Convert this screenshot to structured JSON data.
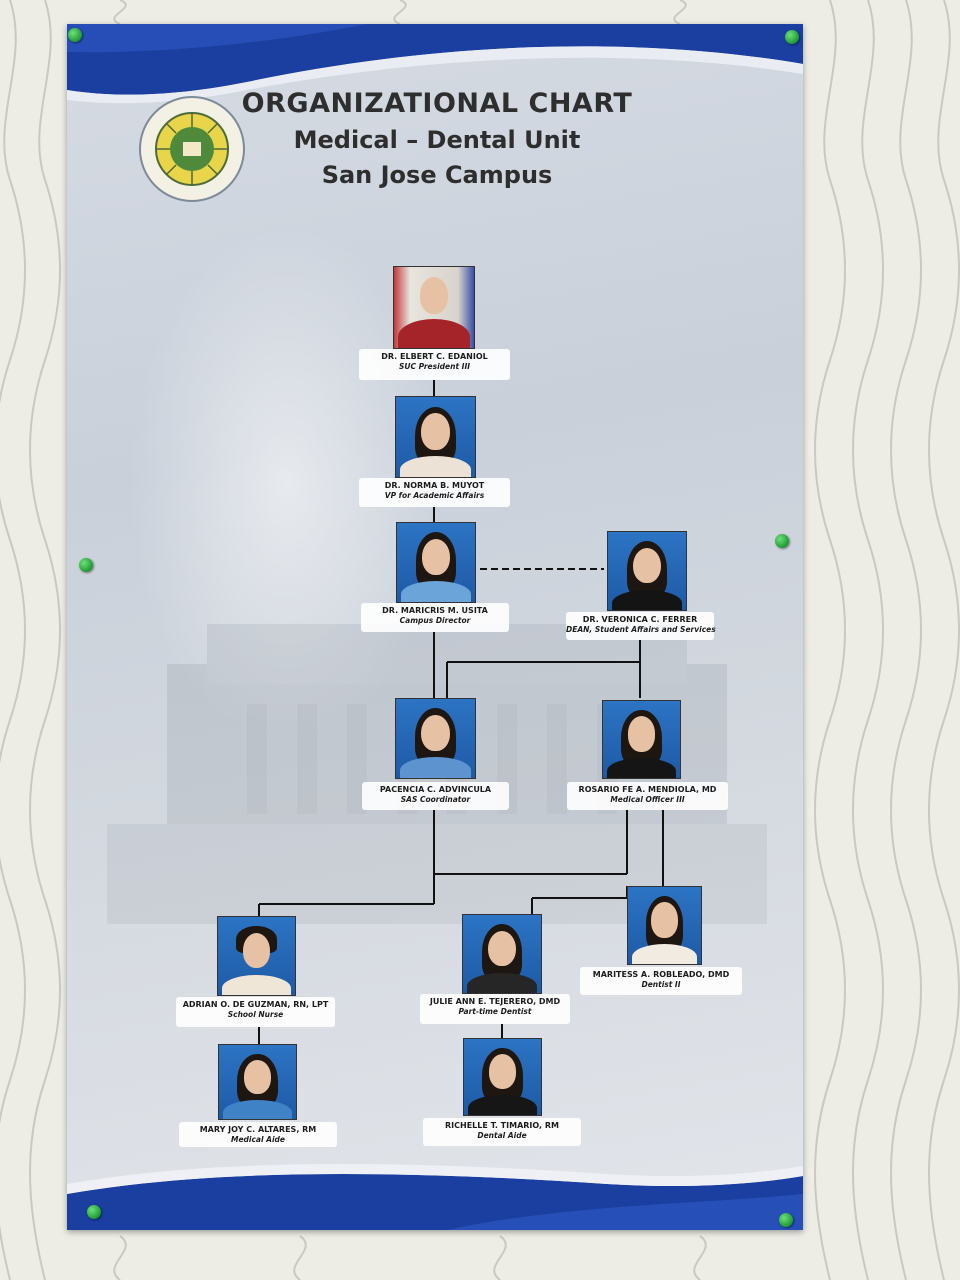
{
  "header": {
    "line1": "ORGANIZATIONAL CHART",
    "line2": "Medical – Dental Unit",
    "line3": "San Jose Campus"
  },
  "colors": {
    "banner_blue": "#1b3fa0",
    "banner_light": "#7c9ad8",
    "line": "#111111"
  },
  "chart": {
    "edaniol": {
      "name": "DR. ELBERT C. EDANIOL",
      "position": "SUC President III"
    },
    "muyot": {
      "name": "DR. NORMA B. MUYOT",
      "position": "VP for Academic Affairs"
    },
    "usita": {
      "name": "DR. MARICRIS M. USITA",
      "position": "Campus Director"
    },
    "ferrer": {
      "name": "DR. VERONICA C. FERRER",
      "position": "DEAN, Student Affairs and Services"
    },
    "advincula": {
      "name": "PACENCIA C. ADVINCULA",
      "position": "SAS Coordinator"
    },
    "mendiola": {
      "name": "ROSARIO FE A. MENDIOLA, MD",
      "position": "Medical Officer III"
    },
    "deguzman": {
      "name": "ADRIAN O. DE GUZMAN, RN, LPT",
      "position": "School Nurse"
    },
    "tejerero": {
      "name": "JULIE ANN E. TEJERERO, DMD",
      "position": "Part-time Dentist"
    },
    "robleado": {
      "name": "MARITESS A. ROBLEADO, DMD",
      "position": "Dentist II"
    },
    "altares": {
      "name": "MARY JOY C. ALTARES, RM",
      "position": "Medical Aide"
    },
    "timario": {
      "name": "RICHELLE T. TIMARIO, RM",
      "position": "Dental Aide"
    }
  }
}
